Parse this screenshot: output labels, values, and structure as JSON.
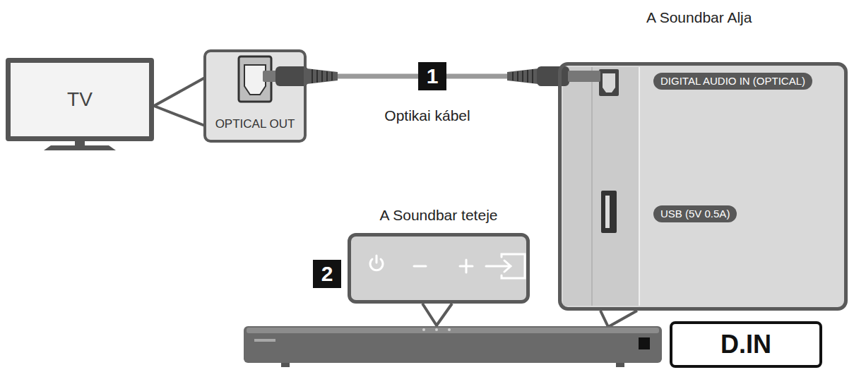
{
  "diagram": {
    "nodes": [
      {
        "text": [
          "TV"
        ]
      },
      {
        "text": [
          "OPTICAL OUT"
        ]
      },
      {
        "text": [
          "A Soundbar Alja"
        ]
      },
      {
        "text": [
          "DIGITAL AUDIO IN (OPTICAL)"
        ],
        "in": 2
      },
      {
        "text": [
          "USB (5V 0.5A)"
        ],
        "in": 2
      },
      {
        "text": [
          "A Soundbar teteje"
        ]
      },
      {
        "text": [
          "D.IN"
        ]
      }
    ],
    "edges": [
      {
        "from": 0,
        "to": 1,
        "arrow": "none"
      },
      {
        "from": 1,
        "to": 2,
        "arrow": "none",
        "label": "1"
      }
    ],
    "labels": [
      "Optikai kábel",
      "2"
    ]
  }
}
